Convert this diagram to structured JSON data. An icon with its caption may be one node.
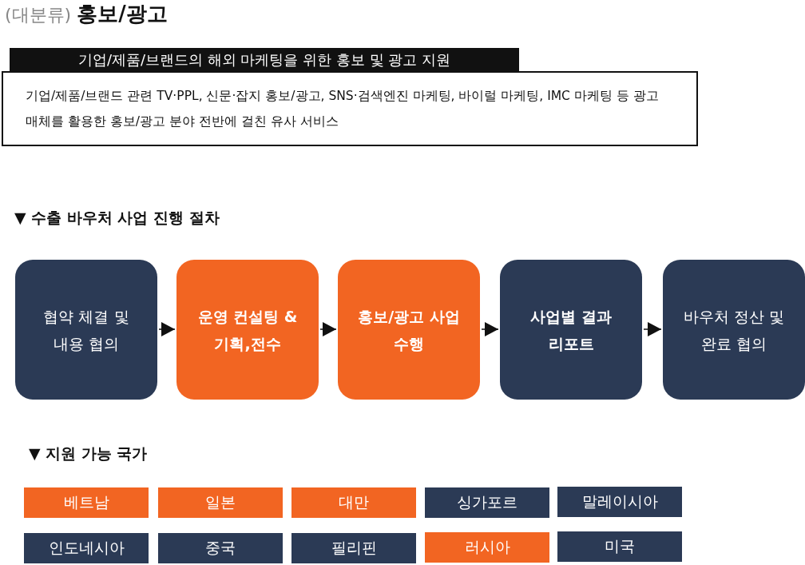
{
  "diagram": {
    "title": "(대분류) **홍보/광고**",
    "nodes": [
      {
        "text": [
          "기업/제품/브랜드의 해외 마케팅을 위한 홍보 및 광고 지원"
        ]
      },
      {
        "text": [
          "기업/제품/브랜드 관련 TV·PPL, 신문·잡지 홍보/광고, SNS·검색엔진 마케팅, 바이럴 마케팅, IMC 마케팅 등 광고 매체를 활용한 홍보/광고 분야 전반에 걸친 유사 서비스"
        ]
      },
      {
        "text": [
          "협약 체결 및 내용 협의"
        ]
      },
      {
        "text": [
          "운영 컨설팅 &기획,전수"
        ]
      },
      {
        "text": [
          "홍보/광고 사업 수행"
        ]
      },
      {
        "text": [
          "사업별 결과 리포트"
        ]
      },
      {
        "text": [
          "바우처 정산 및 완료 협의"
        ]
      },
      {
        "text": [
          "베트남"
        ]
      },
      {
        "text": [
          "일본"
        ]
      },
      {
        "text": [
          "대만"
        ]
      },
      {
        "text": [
          "싱가포르"
        ]
      },
      {
        "text": [
          "말레이시아"
        ]
      },
      {
        "text": [
          "인도네시아"
        ]
      },
      {
        "text": [
          "중국"
        ]
      },
      {
        "text": [
          "필리핀"
        ]
      },
      {
        "text": [
          "러시아"
        ]
      },
      {
        "text": [
          "미국"
        ]
      }
    ],
    "edges": [
      {
        "from": 2,
        "to": 3,
        "arrow": "to"
      },
      {
        "from": 3,
        "to": 4,
        "arrow": "to"
      },
      {
        "from": 4,
        "to": 5,
        "arrow": "to"
      },
      {
        "from": 5,
        "to": 6,
        "arrow": "to"
      }
    ],
    "labels": [
      "▼ 수출 바우처 사업 진행 절차",
      "▼ 지원 가능 국가"
    ]
  }
}
